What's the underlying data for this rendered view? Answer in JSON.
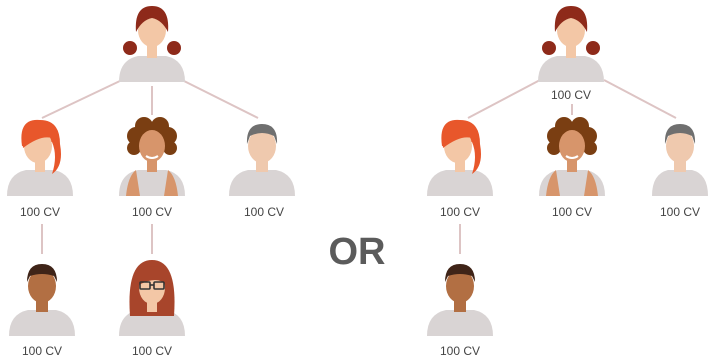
{
  "separator": "OR",
  "skin_colors": {
    "light": "#f3c7a6",
    "tan": "#d7956b",
    "brown": "#b26f43",
    "pale": "#efc9ae"
  },
  "hair_colors": {
    "dark_red": "#8e2a1a",
    "orange": "#e8572b",
    "curly_brown": "#7a3e12",
    "grey": "#6f6f6f",
    "black_brown": "#3f2418",
    "auburn": "#a8452b"
  },
  "shirt_color": "#d9d4d4",
  "left_tree": {
    "root": {
      "icon": "woman-dark-red-hair-icon",
      "label": ""
    },
    "children": [
      {
        "icon": "woman-orange-hair-icon",
        "label": "100 CV",
        "children": [
          {
            "icon": "man-brown-skin-icon",
            "label": "100 CV"
          }
        ]
      },
      {
        "icon": "woman-curly-hair-icon",
        "label": "100 CV",
        "children": [
          {
            "icon": "woman-glasses-icon",
            "label": "100 CV"
          }
        ]
      },
      {
        "icon": "man-grey-hair-icon",
        "label": "100 CV",
        "children": []
      }
    ]
  },
  "right_tree": {
    "root": {
      "icon": "woman-dark-red-hair-icon",
      "label": "100 CV"
    },
    "children": [
      {
        "icon": "woman-orange-hair-icon",
        "label": "100 CV",
        "children": [
          {
            "icon": "man-brown-skin-icon",
            "label": "100 CV"
          }
        ]
      },
      {
        "icon": "woman-curly-hair-icon",
        "label": "100 CV",
        "children": []
      },
      {
        "icon": "man-grey-hair-icon",
        "label": "100 CV",
        "children": []
      }
    ]
  }
}
